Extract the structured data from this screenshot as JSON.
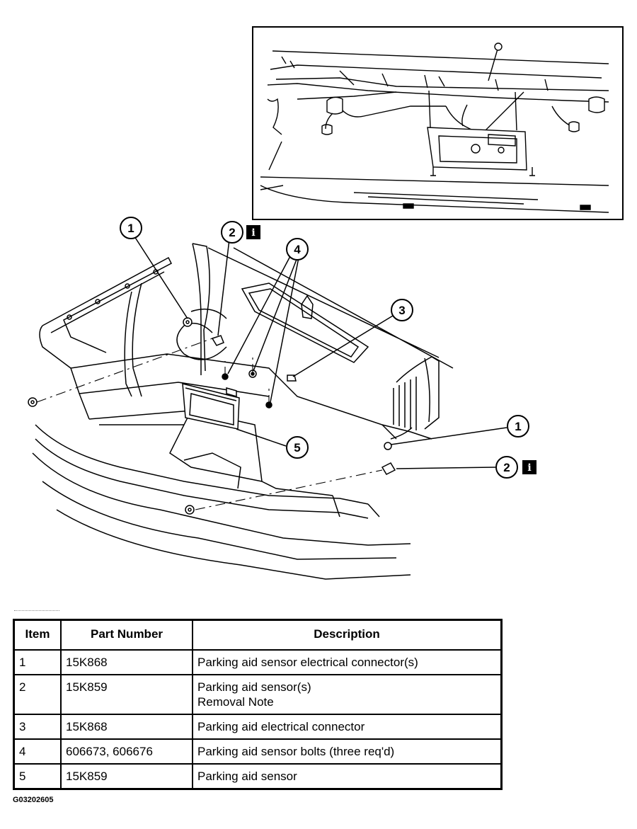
{
  "callouts": {
    "c1_top": "1",
    "c2_top": "2",
    "c4": "4",
    "c3": "3",
    "c5": "5",
    "c1_right": "1",
    "c2_right": "2",
    "info_glyph": "i"
  },
  "table": {
    "headers": [
      "Item",
      "Part Number",
      "Description"
    ],
    "rows": [
      {
        "item": "1",
        "part": "15K868",
        "desc": [
          "Parking aid sensor electrical connector(s)"
        ]
      },
      {
        "item": "2",
        "part": "15K859",
        "desc": [
          "Parking aid sensor(s)",
          "Removal Note"
        ]
      },
      {
        "item": "3",
        "part": "15K868",
        "desc": [
          "Parking aid electrical connector"
        ]
      },
      {
        "item": "4",
        "part": "606673, 606676",
        "desc": [
          "Parking aid sensor bolts (three req'd)"
        ]
      },
      {
        "item": "5",
        "part": "15K859",
        "desc": [
          "Parking aid sensor"
        ]
      }
    ]
  },
  "figure_code": "G03202605",
  "icons": {
    "info": "info-icon"
  }
}
